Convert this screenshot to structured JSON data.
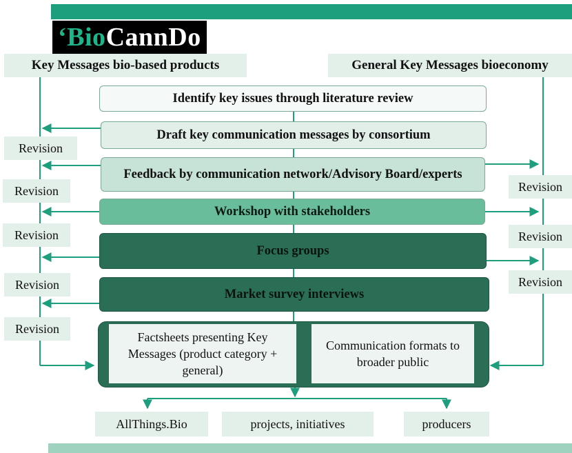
{
  "logo": {
    "prefix": "‘Bio",
    "suffix": "CannDo"
  },
  "lanes": {
    "left_label": "Key Messages bio-based products",
    "right_label": "General Key Messages bioeconomy"
  },
  "steps": [
    "Identify key issues through literature review",
    "Draft key communication messages by consortium",
    "Feedback by communication network/Advisory Board/experts",
    "Workshop with stakeholders",
    "Focus groups",
    "Market survey interviews"
  ],
  "revision_label": "Revision",
  "final": {
    "left": "Factsheets presenting Key Messages (product category + general)",
    "right": "Communication formats to broader public"
  },
  "outputs": [
    "AllThings.Bio",
    "projects, initiatives",
    "producers"
  ],
  "colors": {
    "accent": "#1d9e7d",
    "dark_green": "#2a6e56",
    "mid_green": "#6abd9b",
    "light_green": "#c7e2d6",
    "pale_green": "#e3efe9"
  }
}
